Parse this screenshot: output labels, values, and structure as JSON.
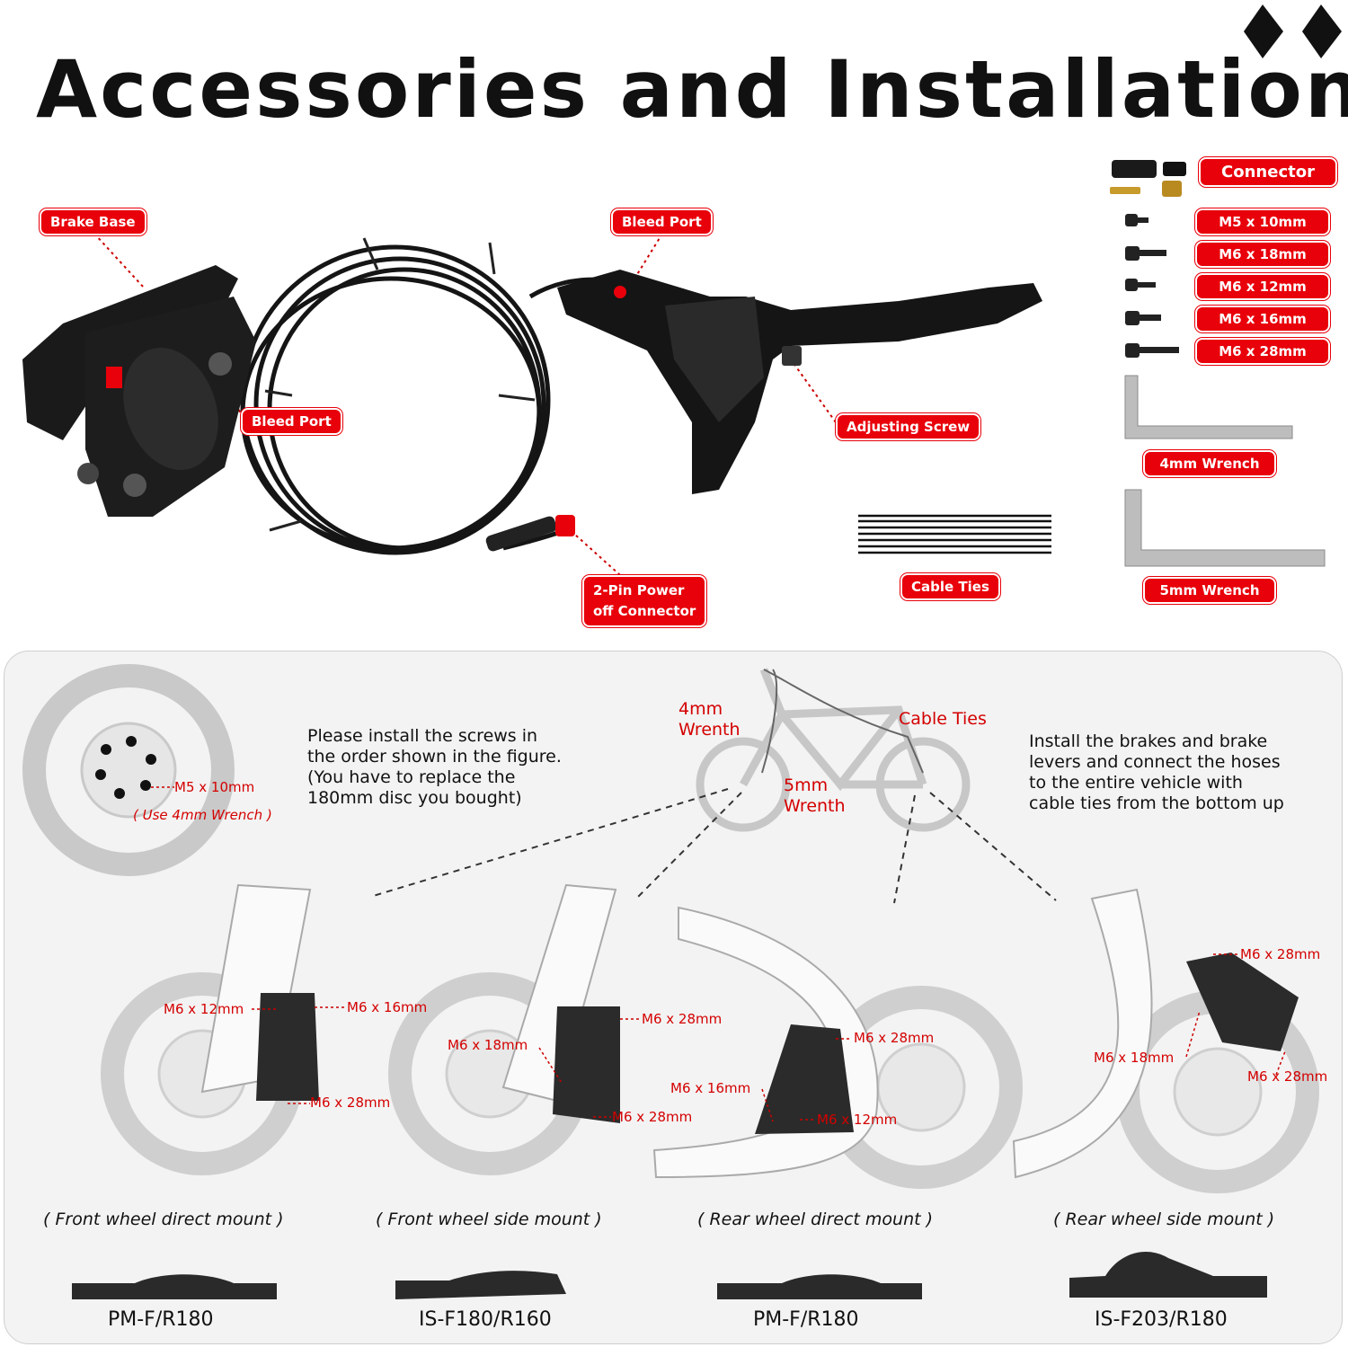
{
  "title": "Accessories and Installation",
  "callouts": {
    "brake_base": "Brake Base",
    "bleed_port_lever": "Bleed Port",
    "bleed_port_caliper": "Bleed Port",
    "adjusting_screw": "Adjusting Screw",
    "power_connector_line1": "2-Pin Power",
    "power_connector_line2": "off Connector",
    "cable_ties": "Cable Ties"
  },
  "accessories": {
    "connector": "Connector",
    "screws": [
      "M5 x 10mm",
      "M6 x 18mm",
      "M6 x 12mm",
      "M6 x 16mm",
      "M6 x 28mm"
    ],
    "wrench_4": "4mm Wrench",
    "wrench_5": "5mm Wrench"
  },
  "install": {
    "disc_note": [
      "Please install the screws in",
      "the order shown in the figure.",
      "(You have to replace the",
      "180mm disc you bought)"
    ],
    "disc_screw": "M5 x 10mm",
    "disc_wrench": "( Use 4mm Wrench )",
    "bike_4mm": [
      "4mm",
      "Wrenth"
    ],
    "bike_5mm": [
      "5mm",
      "Wrenth"
    ],
    "bike_ties": "Cable Ties",
    "hose_note": [
      "Install the brakes and brake",
      "levers and connect the hoses",
      "to the entire vehicle with",
      "cable ties from the bottom up"
    ]
  },
  "mounts": [
    {
      "caption": "( Front wheel direct mount )",
      "adapter": "PM-F/R180",
      "labels": [
        "M6 x 12mm",
        "M6 x 16mm",
        "M6 x 28mm"
      ]
    },
    {
      "caption": "( Front wheel side mount )",
      "adapter": "IS-F180/R160",
      "labels": [
        "M6 x 28mm",
        "M6 x 18mm",
        "M6 x 28mm"
      ]
    },
    {
      "caption": "( Rear wheel direct mount )",
      "adapter": "PM-F/R180",
      "labels": [
        "M6 x 28mm",
        "M6 x 16mm",
        "M6 x 12mm"
      ]
    },
    {
      "caption": "( Rear wheel side mount )",
      "adapter": "IS-F203/R180",
      "labels": [
        "M6 x 28mm",
        "M6 x 18mm",
        "M6 x 28mm"
      ]
    }
  ],
  "colors": {
    "accent": "#e8000a",
    "dark": "#111111"
  }
}
